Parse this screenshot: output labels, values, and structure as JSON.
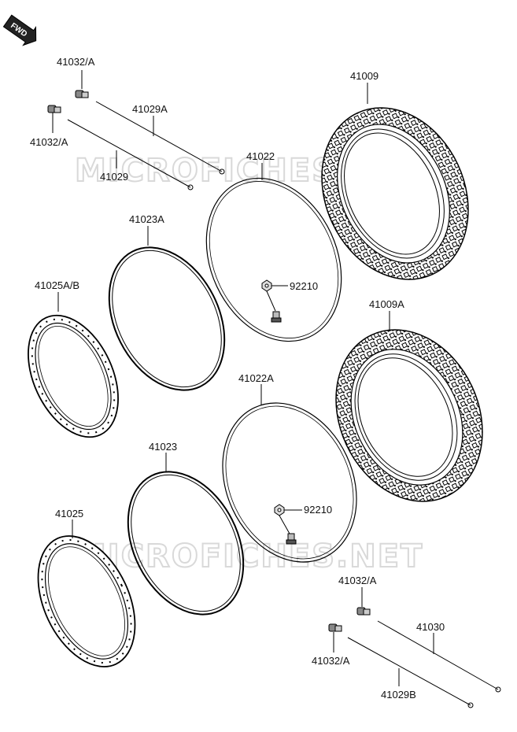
{
  "diagram": {
    "direction_badge": "FWD",
    "watermark": "MICROFICHES.NET",
    "labels": {
      "spoke_nipple_1": "41032/A",
      "spoke_nipple_2": "41032/A",
      "spoke_a": "41029A",
      "spoke": "41029",
      "tube_front": "41022",
      "tire_front": "41009",
      "rim_band_a": "41023A",
      "nut_1": "92210",
      "rim_front": "41025A/B",
      "tire_rear": "41009A",
      "tube_rear": "41022A",
      "rim_band": "41023",
      "nut_2": "92210",
      "rim_rear": "41025",
      "spoke_nipple_3": "41032/A",
      "spoke_rear": "41030",
      "spoke_nipple_4": "41032/A",
      "spoke_b": "41029B"
    }
  }
}
